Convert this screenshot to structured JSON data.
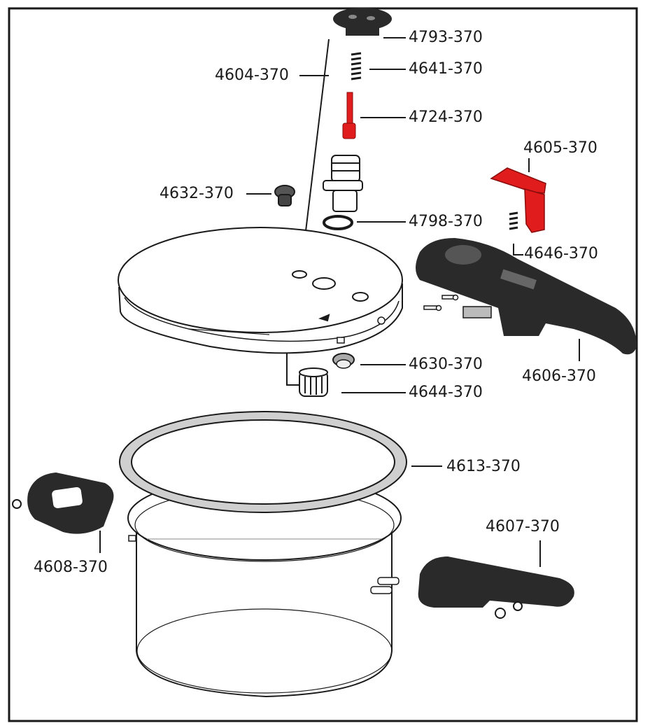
{
  "colors": {
    "ink": "#1a1a1a",
    "highlight": "#e01c1c",
    "dark_part": "#2a2a2a",
    "gasket": "#cfcfcf"
  },
  "parts": [
    {
      "id": "lid",
      "label": "4604-370"
    },
    {
      "id": "pressure_weight_cap",
      "label": "4793-370"
    },
    {
      "id": "spring_top",
      "label": "4641-370"
    },
    {
      "id": "valve_pin",
      "label": "4724-370"
    },
    {
      "id": "valve_seal",
      "label": "4798-370"
    },
    {
      "id": "safety_plug",
      "label": "4632-370"
    },
    {
      "id": "lock_button",
      "label": "4605-370"
    },
    {
      "id": "lock_spring",
      "label": "4646-370"
    },
    {
      "id": "lid_handle",
      "label": "4606-370"
    },
    {
      "id": "float_valve",
      "label": "4630-370"
    },
    {
      "id": "valve_nut",
      "label": "4644-370"
    },
    {
      "id": "gasket",
      "label": "4613-370"
    },
    {
      "id": "helper_handle",
      "label": "4608-370"
    },
    {
      "id": "body_handle",
      "label": "4607-370"
    }
  ]
}
